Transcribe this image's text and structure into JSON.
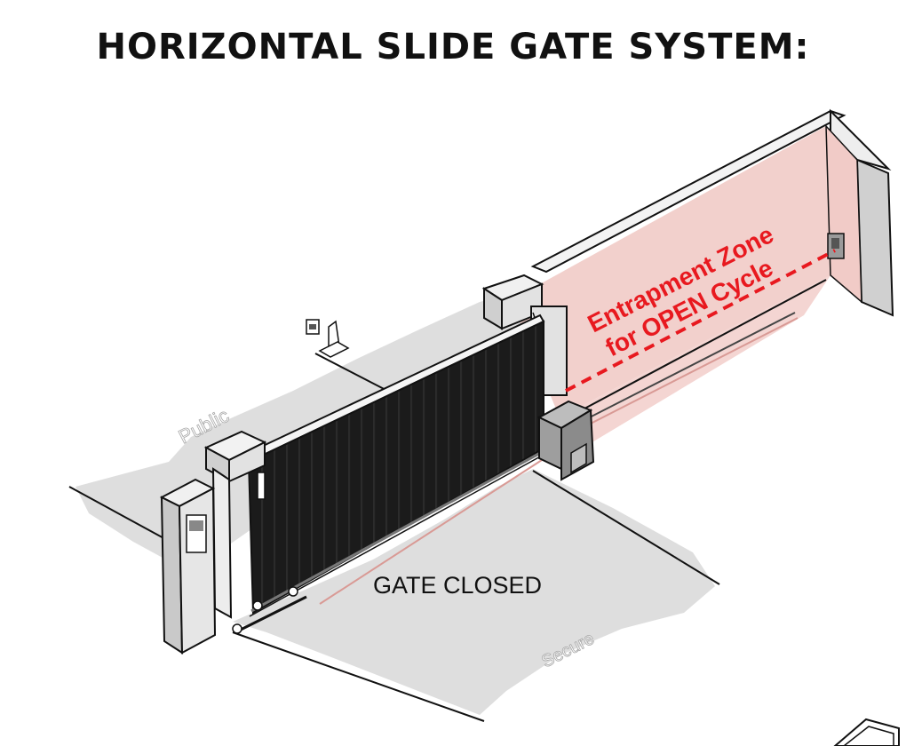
{
  "title": "HORIZONTAL SLIDE GATE SYSTEM:",
  "labels": {
    "public": "Public",
    "secure": "Secure",
    "gate_closed": "GATE CLOSED",
    "zone_line1": "Entrapment Zone",
    "zone_line2": "for OPEN Cycle"
  },
  "colors": {
    "gate_panel": "#1b1b1b",
    "zone_shading": "#f1cbc7",
    "zone_text": "#e8191f",
    "ground": "#dedede"
  }
}
